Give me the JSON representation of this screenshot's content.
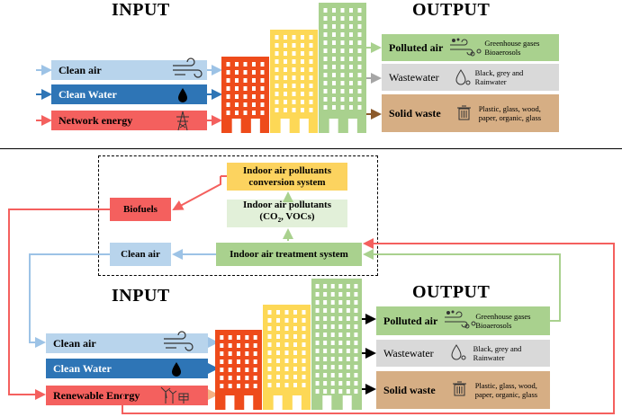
{
  "top": {
    "input_title": "INPUT",
    "output_title": "OUTPUT",
    "inputs": [
      "Clean air",
      "Clean Water",
      "Network energy"
    ],
    "outputs": [
      {
        "label": "Polluted air",
        "detail1": "Greenhouse gases",
        "detail2": "Bioaerosols"
      },
      {
        "label": "Wastewater",
        "detail1": "Black, grey and",
        "detail2": "Rainwater"
      },
      {
        "label": "Solid waste",
        "detail1": "Plastic, glass, wood,",
        "detail2": "paper, organic, glass"
      }
    ]
  },
  "bottom": {
    "input_title": "INPUT",
    "output_title": "OUTPUT",
    "inputs": [
      "Clean air",
      "Clean Water",
      "Renewable Energy"
    ],
    "outputs": [
      {
        "label": "Polluted air",
        "detail1": "Greenhouse gases",
        "detail2": "Bioaerosols"
      },
      {
        "label": "Wastewater",
        "detail1": "Black, grey and",
        "detail2": "Rainwater"
      },
      {
        "label": "Solid waste",
        "detail1": "Plastic, glass, wood,",
        "detail2": "paper, organic, glass"
      }
    ],
    "process": {
      "conversion_line1": "Indoor air pollutants",
      "conversion_line2": "conversion system",
      "pollutants_line1": "Indoor air pollutants",
      "pollutants_line2_pre": "(CO",
      "pollutants_line2_sub": "2",
      "pollutants_line2_post": ", VOCs)",
      "treatment": "Indoor air treatment system",
      "clean_air": "Clean air",
      "biofuels": "Biofuels"
    }
  },
  "icons": {
    "wind": "wind-icon",
    "drop": "water-drop-icon",
    "tower": "power-tower-icon",
    "wind_solar": "wind-solar-icon",
    "dirty_drop": "dirty-water-icon",
    "trash": "trash-bin-icon",
    "polluted_wind": "polluted-air-icon"
  },
  "colors": {
    "clean_air": "#b8d4ec",
    "clean_water": "#2e75b6",
    "energy": "#f4605e",
    "polluted_air": "#a9d18e",
    "wastewater": "#d9d9d9",
    "solid_waste": "#d6ae84",
    "building_red": "#ee4b1b",
    "building_yellow": "#fdd856",
    "building_green": "#a9d18e",
    "conversion": "#fcd35f",
    "pollutants_box": "#e2f0d9"
  }
}
